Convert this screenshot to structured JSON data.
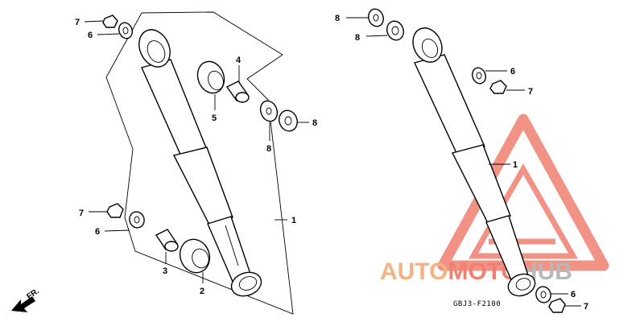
{
  "callouts": {
    "l7a": "7",
    "l6a": "6",
    "l4": "4",
    "l5": "5",
    "l8a": "8",
    "l8b": "8",
    "l1a": "1",
    "l7b": "7",
    "l6b": "6",
    "l3": "3",
    "l2": "2",
    "r8a": "8",
    "r8b": "8",
    "r6a": "6",
    "r7a": "7",
    "r1": "1",
    "r6b": "6",
    "r7b": "7"
  },
  "direction_label": "FR.",
  "figure_code": "GBJ3-F2100",
  "watermark": {
    "part1": "AUTO",
    "part2": "MOTO",
    "part3": "HUB"
  },
  "colors": {
    "line": "#000000",
    "watermark_red": "#f08070",
    "watermark_orange": "#f4b183",
    "watermark_gray": "#b8b8b8"
  }
}
